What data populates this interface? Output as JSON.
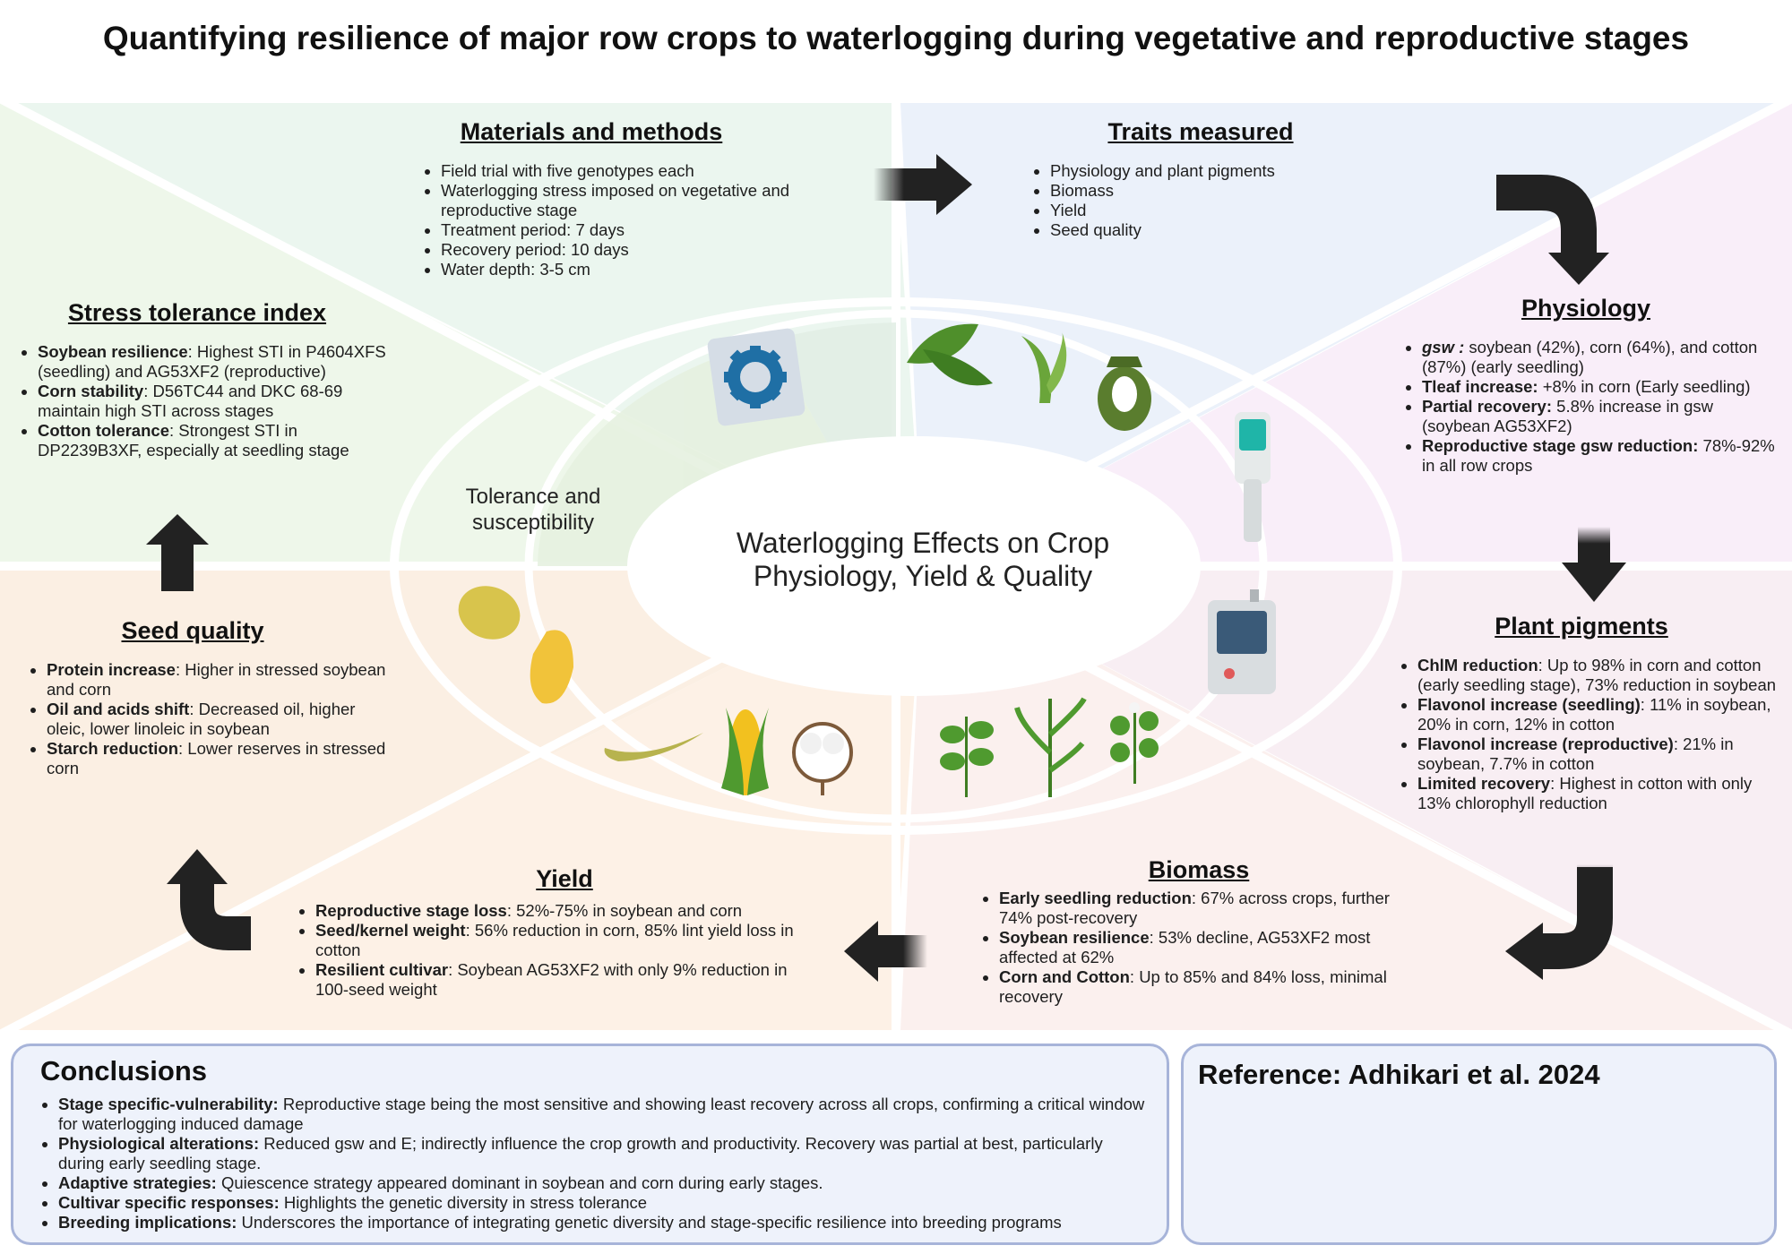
{
  "title": "Quantifying resilience of major row crops to waterlogging during vegetative and reproductive stages",
  "center": {
    "line1": "Waterlogging Effects on Crop",
    "line2": "Physiology, Yield & Quality"
  },
  "tolerance": {
    "line1": "Tolerance and",
    "line2": "susceptibility"
  },
  "materials": {
    "heading": "Materials and methods",
    "items": [
      "Field trial with five genotypes each",
      "Waterlogging stress imposed on vegetative and reproductive stage",
      "Treatment period: 7 days",
      "Recovery period: 10 days",
      "Water depth: 3-5 cm"
    ]
  },
  "traits": {
    "heading": "Traits measured",
    "items": [
      "Physiology and plant pigments",
      "Biomass",
      "Yield",
      "Seed quality"
    ]
  },
  "sti": {
    "heading": "Stress tolerance index",
    "items": [
      {
        "bold": "Soybean resilience",
        "text": ": Highest STI in P4604XFS (seedling) and AG53XF2 (reproductive)"
      },
      {
        "bold": "Corn stability",
        "text": ": D56TC44 and DKC 68-69 maintain high STI across stages"
      },
      {
        "bold": "Cotton tolerance",
        "text": ": Strongest STI in DP2239B3XF, especially at seedling stage"
      }
    ]
  },
  "physiology": {
    "heading": "Physiology",
    "items": [
      {
        "bold": "gsw :",
        "text": " soybean (42%), corn (64%), and cotton (87%) (early seedling)"
      },
      {
        "bold": "Tleaf increase:",
        "text": " +8% in corn (Early seedling)"
      },
      {
        "bold": "Partial recovery:",
        "text": " 5.8% increase in gsw (soybean AG53XF2)"
      },
      {
        "bold": "Reproductive stage gsw reduction:",
        "text": " 78%-92% in all row crops"
      }
    ]
  },
  "pigments": {
    "heading": "Plant pigments",
    "items": [
      {
        "bold": "ChlM reduction",
        "text": ": Up to 98% in corn and cotton (early seedling stage), 73% reduction in soybean"
      },
      {
        "bold": "Flavonol increase (seedling)",
        "text": ": 11% in soybean, 20% in corn, 12% in cotton"
      },
      {
        "bold": "Flavonol increase (reproductive)",
        "text": ": 21% in soybean, 7.7% in cotton"
      },
      {
        "bold": "Limited recovery",
        "text": ": Highest in cotton with only 13% chlorophyll reduction"
      }
    ]
  },
  "seed_quality": {
    "heading": "Seed quality",
    "items": [
      {
        "bold": " Protein increase",
        "text": ": Higher in stressed soybean and corn"
      },
      {
        "bold": "Oil and acids shift",
        "text": ": Decreased oil, higher oleic, lower linoleic in soybean"
      },
      {
        "bold": "Starch reduction",
        "text": ": Lower reserves in stressed corn"
      }
    ]
  },
  "yield": {
    "heading": "Yield",
    "items": [
      {
        "bold": "Reproductive stage loss",
        "text": ": 52%-75% in soybean and corn"
      },
      {
        "bold": "Seed/kernel weight",
        "text": ": 56% reduction in corn, 85% lint yield loss in cotton"
      },
      {
        "bold": "Resilient cultivar",
        "text": ": Soybean AG53XF2 with only 9% reduction in 100-seed weight"
      }
    ]
  },
  "biomass": {
    "heading": "Biomass",
    "items": [
      {
        "bold": "Early seedling reduction",
        "text": ": 67% across crops, further 74% post-recovery"
      },
      {
        "bold": "Soybean resilience",
        "text": ": 53% decline, AG53XF2 most affected at 62%"
      },
      {
        "bold": "Corn and Cotton",
        "text": ": Up to 85% and 84% loss, minimal recovery"
      }
    ]
  },
  "conclusions": {
    "heading": "Conclusions",
    "items": [
      {
        "bold": "Stage specific-vulnerability:",
        "text": " Reproductive stage being the most sensitive and showing least recovery across all crops, confirming a critical window for waterlogging induced damage"
      },
      {
        "bold": "Physiological alterations:",
        "text": " Reduced gsw and E; indirectly influence the crop growth and productivity. Recovery was partial at best, particularly during early seedling stage."
      },
      {
        "bold": "Adaptive strategies:",
        "text": " Quiescence strategy appeared dominant in soybean and corn during early stages."
      },
      {
        "bold": "Cultivar specific responses:",
        "text": " Highlights the genetic diversity in stress tolerance"
      },
      {
        "bold": "Breeding implications:",
        "text": " Underscores the importance of integrating genetic diversity and stage-specific resilience into breeding programs"
      }
    ]
  },
  "reference": {
    "text": "Reference: Adhikari et al. 2024"
  },
  "icons": [
    "gear-icon",
    "leaf-icon",
    "tea-leaf-icon",
    "cotton-boll-icon",
    "porometer-device-icon",
    "chlorophyll-meter-icon",
    "soybean-seed-icon",
    "corn-kernel-icon",
    "soybean-pod-icon",
    "corn-cob-icon",
    "cotton-flower-icon",
    "soybean-plant-icon",
    "corn-plant-icon",
    "cotton-plant-icon"
  ]
}
